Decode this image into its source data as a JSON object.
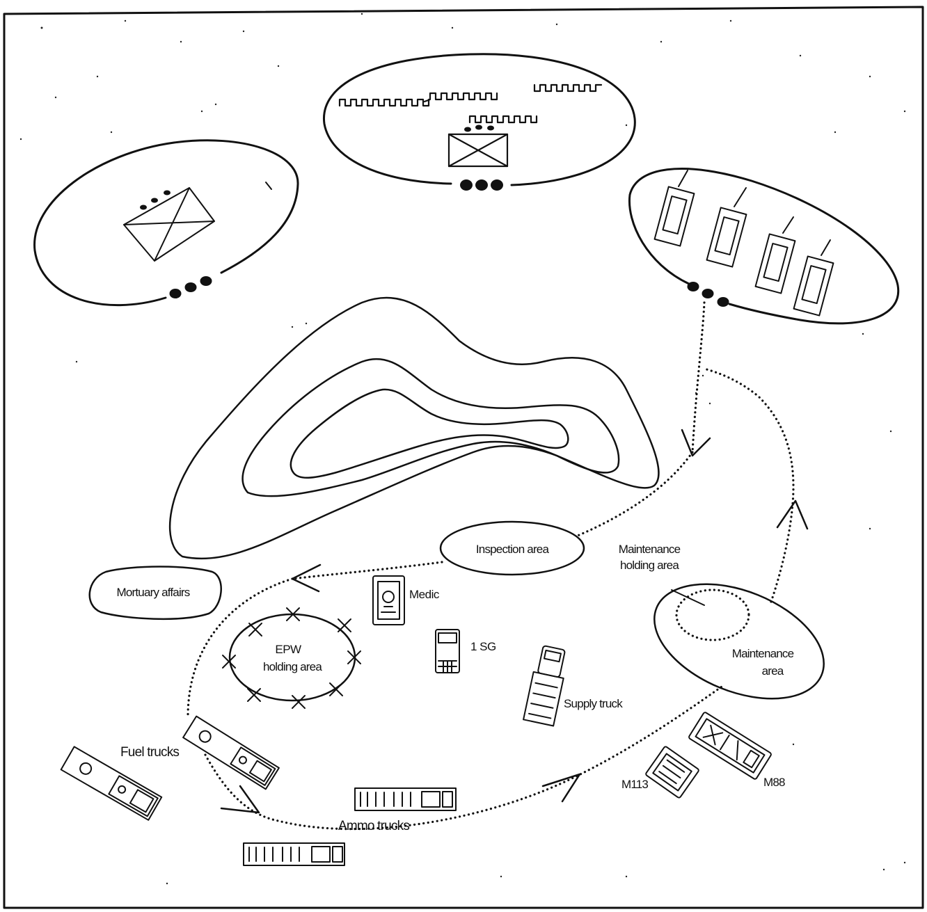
{
  "labels": {
    "inspection": "Inspection area",
    "mortuary": "Mortuary affairs",
    "maint_holding_1": "Maintenance",
    "maint_holding_2": "holding area",
    "maint_area_1": "Maintenance",
    "maint_area_2": "area",
    "medic": "Medic",
    "sg": "1 SG",
    "epw_1": "EPW",
    "epw_2": "holding area",
    "supply": "Supply truck",
    "fuel": "Fuel trucks",
    "ammo": "Ammo trucks",
    "m113": "M113",
    "m88": "M88"
  }
}
